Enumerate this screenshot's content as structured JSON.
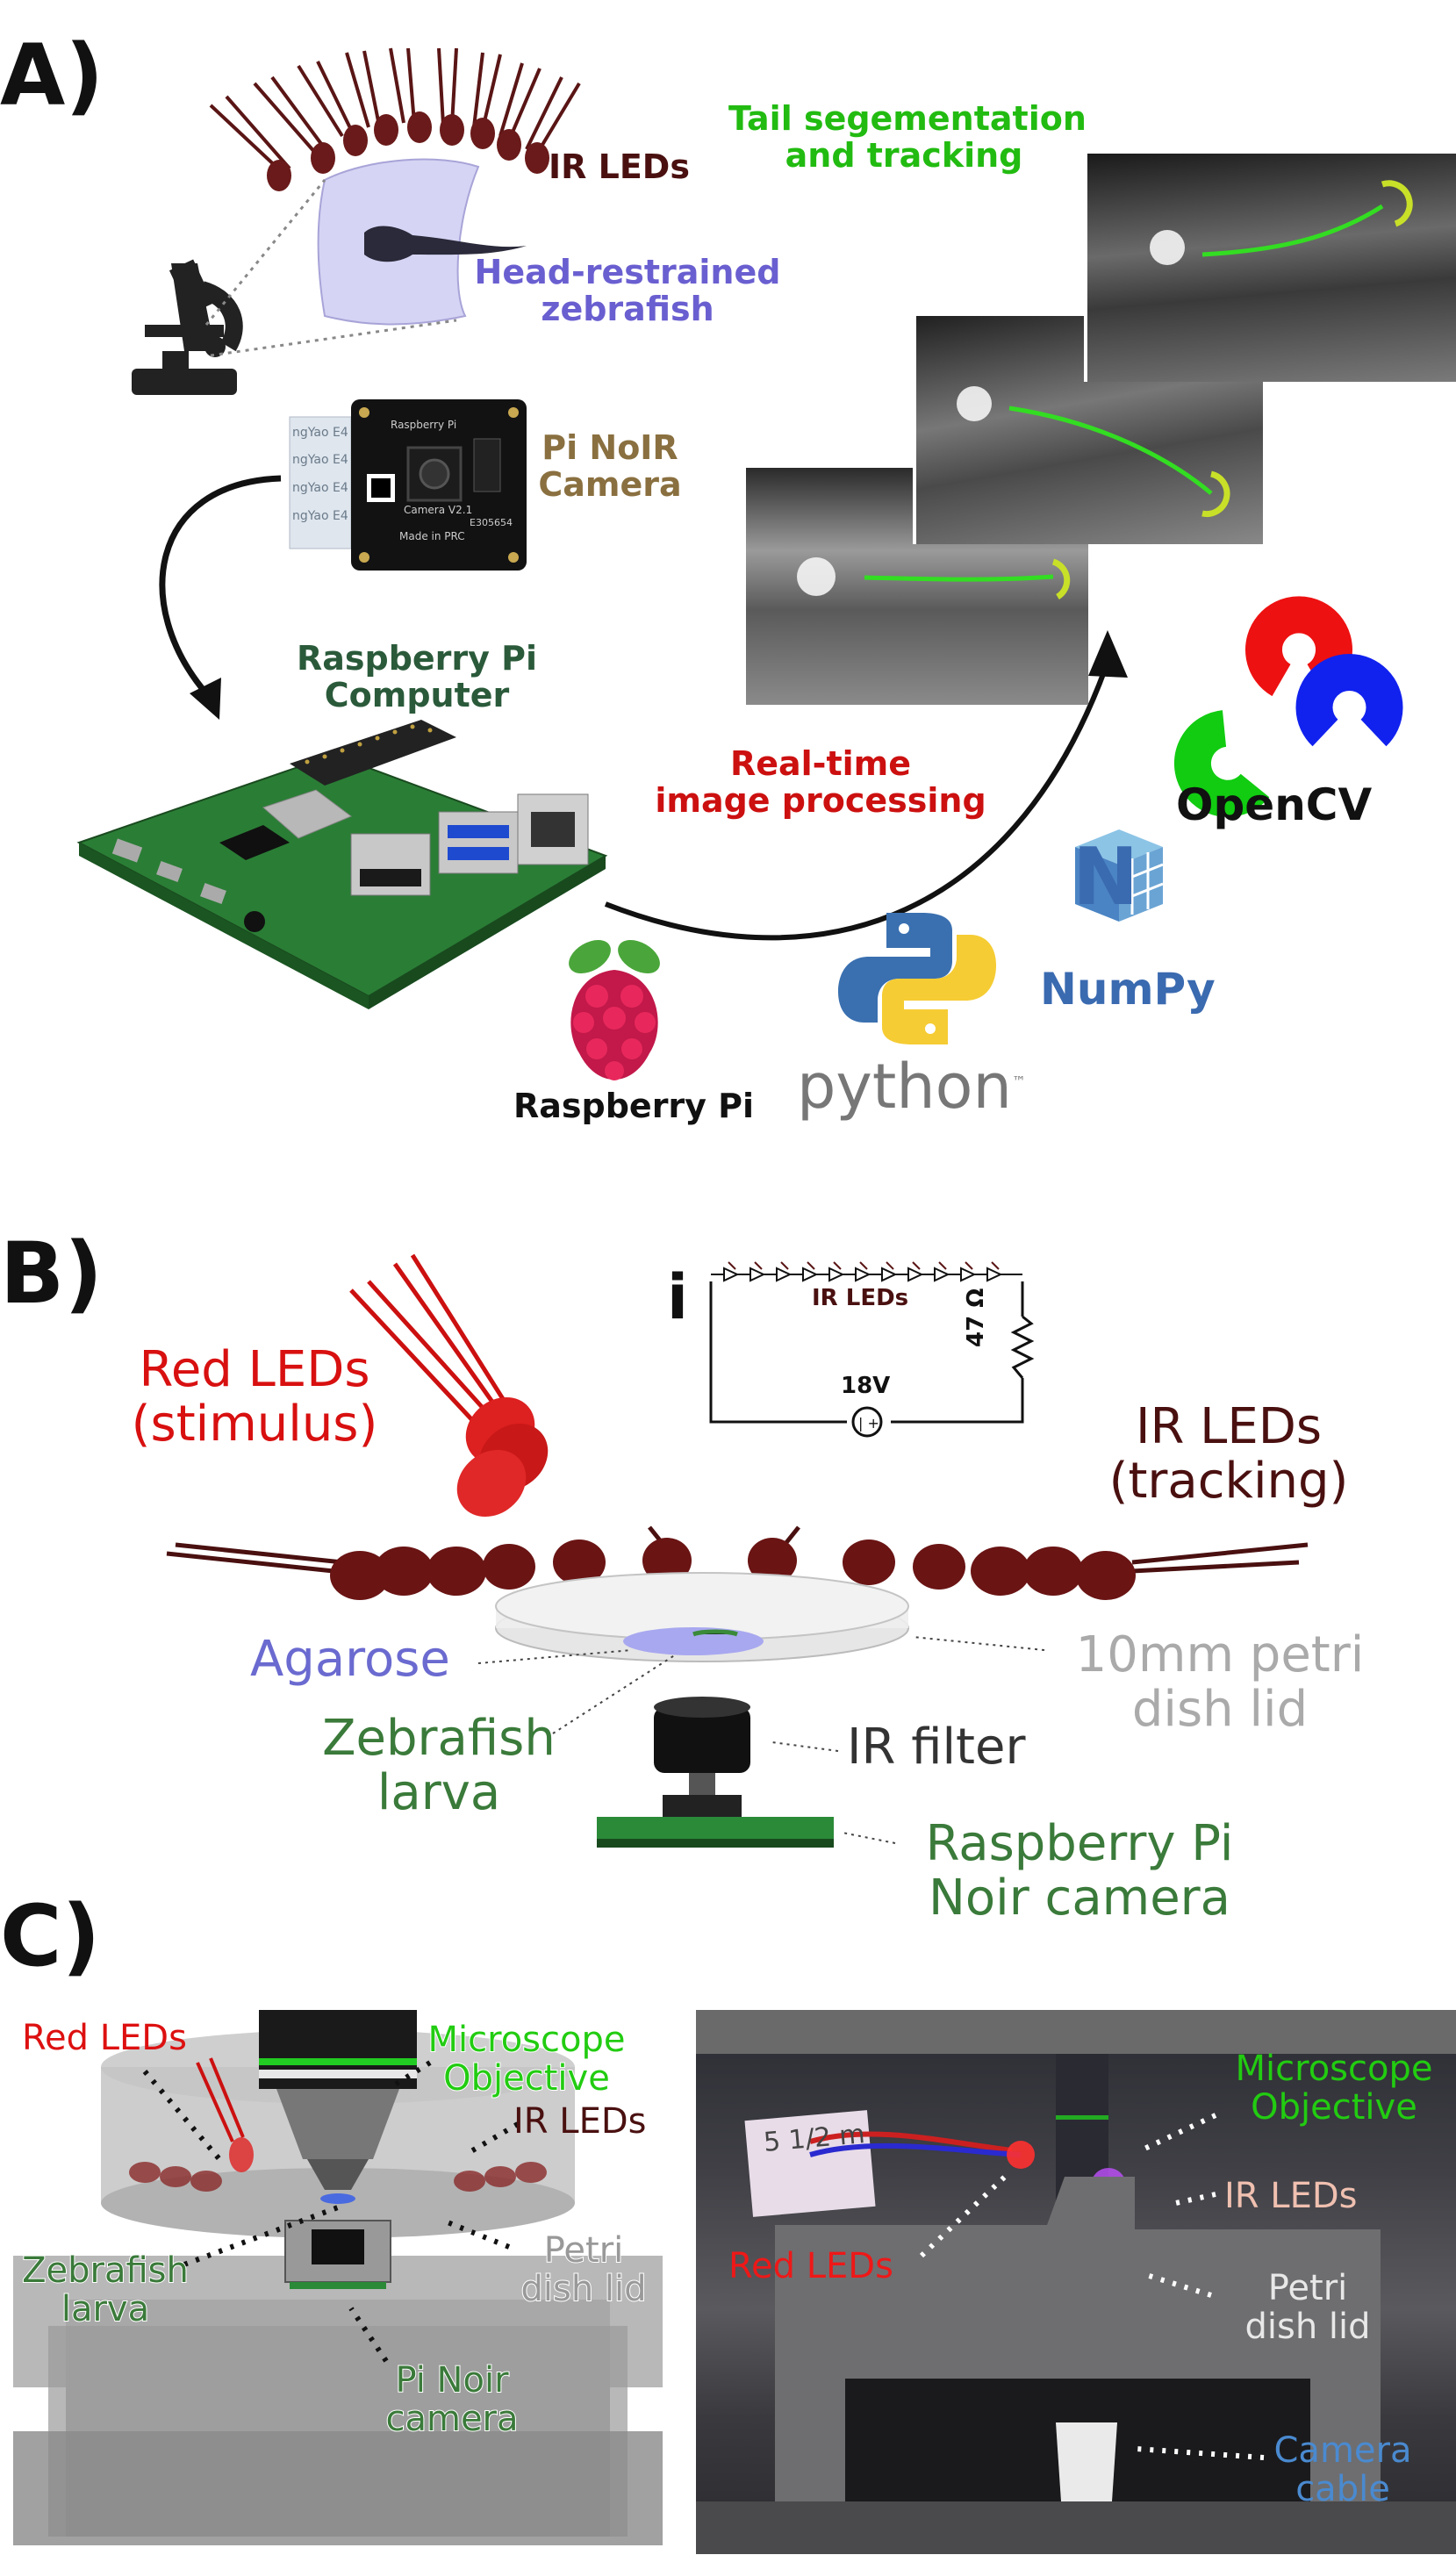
{
  "panel_a": {
    "letter": "A)",
    "ir_leds": "IR LEDs",
    "fish_label_1": "Head-restrained",
    "fish_label_2": "zebrafish",
    "camera_label_1": "Pi NoIR",
    "camera_label_2": "Camera",
    "pi_label_1": "Raspberry Pi",
    "pi_label_2": "Computer",
    "processing_1": "Real-time",
    "processing_2": "image processing",
    "tail_1": "Tail segementation",
    "tail_2": "and tracking",
    "logos": {
      "opencv": "OpenCV",
      "numpy": "NumPy",
      "python": "python",
      "python_tm": "™",
      "raspberry": "Raspberry Pi"
    },
    "camera_board": {
      "brand": "Raspberry Pi",
      "model": "Camera V2.1",
      "made": "Made in PRC",
      "code": "E305654"
    }
  },
  "panel_b": {
    "letter": "B)",
    "red_leds_1": "Red LEDs",
    "red_leds_2": "(stimulus)",
    "ir_leds_1": "IR LEDs",
    "ir_leds_2": "(tracking)",
    "agarose": "Agarose",
    "petri_1": "10mm petri",
    "petri_2": "dish lid",
    "zebrafish_1": "Zebrafish",
    "zebrafish_2": "larva",
    "ir_filter": "IR filter",
    "camera_1": "Raspberry Pi",
    "camera_2": "Noir camera",
    "inset": {
      "marker": "i",
      "leds": "IR LEDs",
      "resistor": "47 Ω",
      "voltage": "18V"
    }
  },
  "panel_c": {
    "letter": "C)",
    "left": {
      "red_leds": "Red LEDs",
      "objective_1": "Microscope",
      "objective_2": "Objective",
      "ir_leds": "IR LEDs",
      "zebrafish_1": "Zebrafish",
      "zebrafish_2": "larva",
      "petri_1": "Petri",
      "petri_2": "dish lid",
      "camera_1": "Pi Noir",
      "camera_2": "camera"
    },
    "right": {
      "objective_1": "Microscope",
      "objective_2": "Objective",
      "ir_leds": "IR LEDs",
      "red_leds": "Red LEDs",
      "petri_1": "Petri",
      "petri_2": "dish lid",
      "cable_1": "Camera",
      "cable_2": "cable",
      "note": "5 1/2 m"
    }
  },
  "colors": {
    "ir_dark": "#4a1010",
    "red": "#e01010",
    "green_label": "#3a7a3a",
    "bright_green": "#22cc11",
    "purple_label": "#6a5fd0",
    "gold_label": "#8a7040",
    "blue_label": "#4a8ad0",
    "grey_label": "#999999"
  }
}
